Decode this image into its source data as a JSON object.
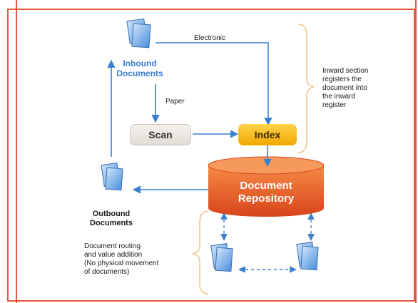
{
  "inbound": {
    "line1": "Inbound",
    "line2": "Documents"
  },
  "outbound": {
    "line1": "Outbound",
    "line2": "Documents"
  },
  "edges": {
    "electronic": "Electronic",
    "paper": "Paper"
  },
  "nodes": {
    "scan": "Scan",
    "index": "Index",
    "repo_line1": "Document",
    "repo_line2": "Repository"
  },
  "notes": {
    "inward": [
      "Inward section",
      "registers the",
      "document into",
      "the inward",
      "register"
    ],
    "routing": [
      "Document routing",
      "and value addition",
      "(No physical movement",
      "of documents)"
    ]
  },
  "colors": {
    "frame": "#e4573f",
    "arrow": "#3a7fd0",
    "bracket": "#f0c890",
    "repo": "#e8542a",
    "index": "#f5b800"
  }
}
